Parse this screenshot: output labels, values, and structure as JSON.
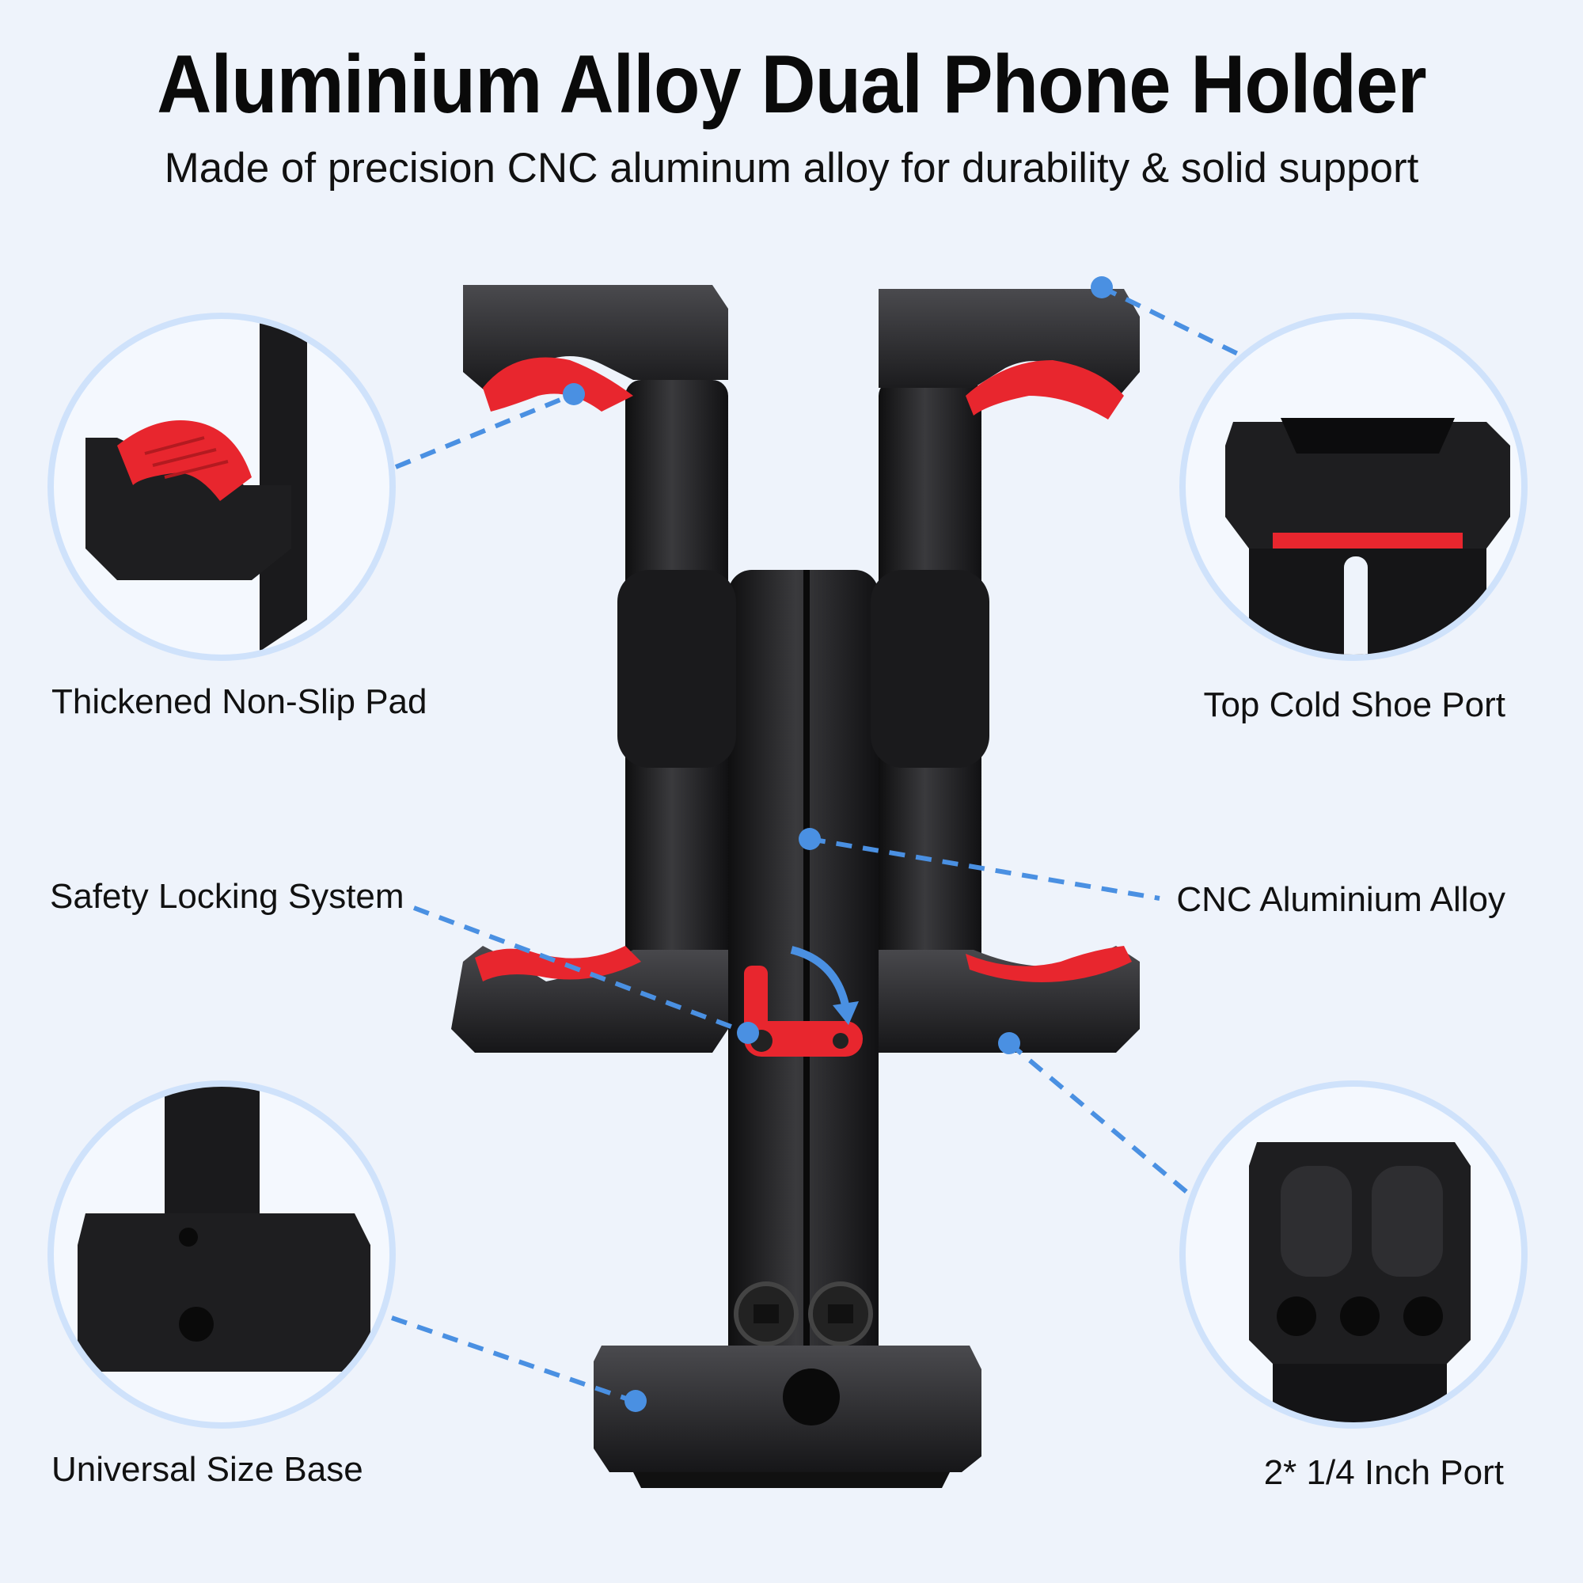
{
  "header": {
    "title": "Aluminium Alloy Dual Phone Holder",
    "subtitle": "Made of precision CNC aluminum alloy for durability & solid support"
  },
  "callouts": [
    {
      "id": "pad",
      "label": "Thickened Non-Slip Pad"
    },
    {
      "id": "cold-shoe",
      "label": "Top Cold Shoe Port"
    },
    {
      "id": "locking",
      "label": "Safety Locking System"
    },
    {
      "id": "alloy",
      "label": "CNC Aluminium Alloy"
    },
    {
      "id": "base",
      "label": "Universal Size Base"
    },
    {
      "id": "port",
      "label": "2* 1/4 Inch Port"
    }
  ],
  "colors": {
    "background": "#eef3fb",
    "accent_red": "#e8262e",
    "metal_black": "#1b1b1d",
    "callout_blue": "#4a90e2",
    "bubble_ring": "#cfe2fb"
  }
}
